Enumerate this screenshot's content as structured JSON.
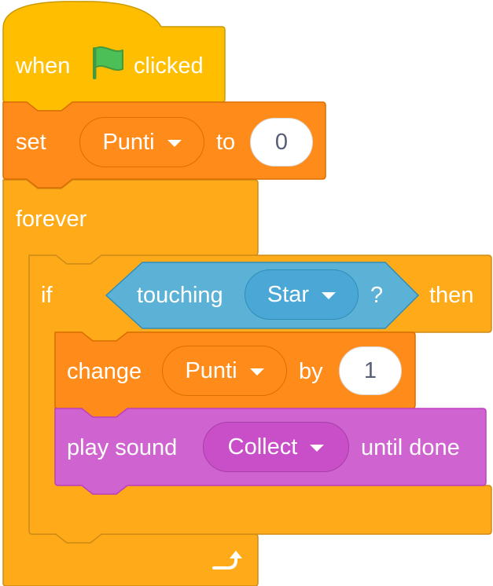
{
  "script": {
    "hat": {
      "before": "when",
      "icon": "green-flag-icon",
      "after": "clicked"
    },
    "set_block": {
      "label": "set",
      "variable": "Punti",
      "to_label": "to",
      "value": "0"
    },
    "forever_block": {
      "label": "forever",
      "icon": "loop-arrow-icon"
    },
    "if_block": {
      "label": "if",
      "then_label": "then",
      "condition": {
        "label": "touching",
        "target": "Star",
        "question": "?"
      }
    },
    "change_block": {
      "label": "change",
      "variable": "Punti",
      "by_label": "by",
      "value": "1"
    },
    "sound_block": {
      "label": "play sound",
      "sound": "Collect",
      "suffix": "until done"
    }
  },
  "colors": {
    "events": "#FFBF00",
    "events_border": "#CC9900",
    "variables": "#FF8C1A",
    "variables_border": "#DB6E00",
    "control": "#FFAB19",
    "control_border": "#CF8B17",
    "sensing": "#5CB1D6",
    "sensing_border": "#2E8EB8",
    "sound": "#CF63CF",
    "sound_border": "#BD42BD",
    "flag": "#4CBF56",
    "flag_border": "#45993D"
  }
}
